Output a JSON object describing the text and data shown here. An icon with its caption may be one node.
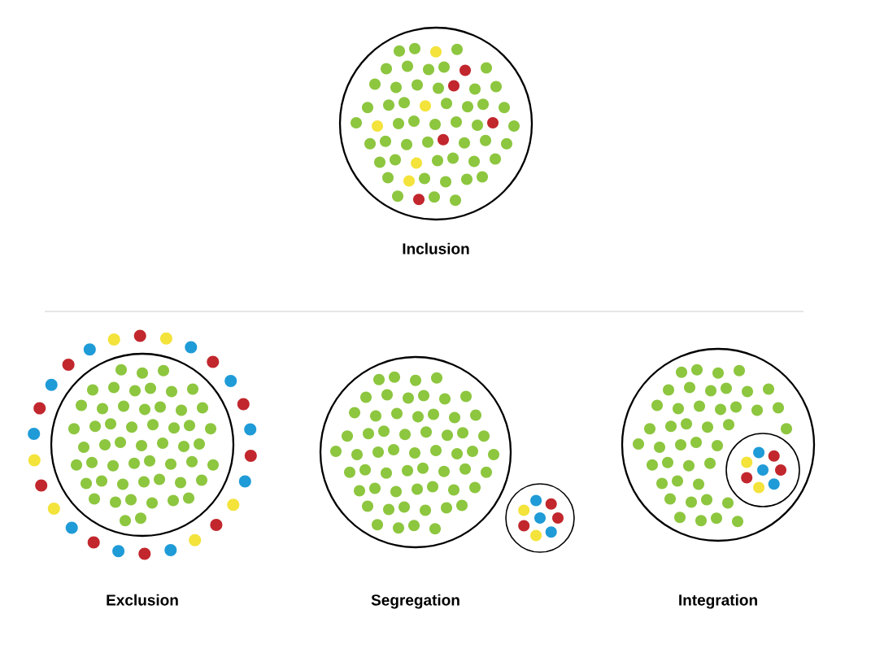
{
  "diagram": {
    "nodes": [
      {
        "text": [
          "Inclusion"
        ]
      },
      {
        "text": [
          "Exclusion"
        ]
      },
      {
        "text": [
          "Segregation"
        ]
      },
      {
        "text": [
          "Integration"
        ]
      },
      {
        "text": [],
        "shape": "circle"
      },
      {
        "text": [],
        "shape": "circle",
        "in": 3
      }
    ]
  }
}
